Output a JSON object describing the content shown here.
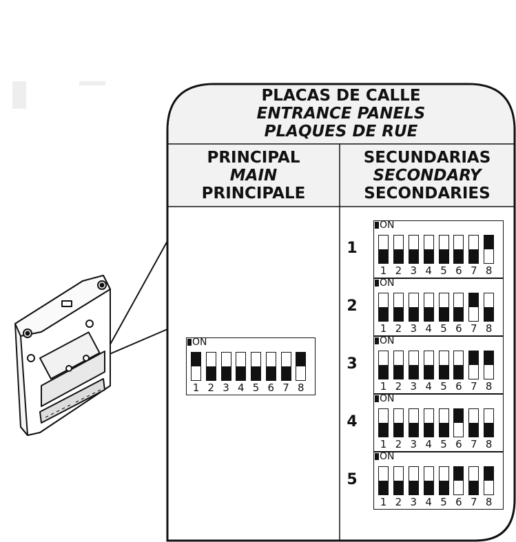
{
  "header": {
    "title_es": "PLACAS DE CALLE",
    "title_en": "ENTRANCE PANELS",
    "title_fr": "PLAQUES DE RUE"
  },
  "columns": {
    "main": {
      "es": "PRINCIPAL",
      "en": "MAIN",
      "fr": "PRINCIPALE"
    },
    "secondary": {
      "es": "SECUNDARIAS",
      "en": "SECONDARY",
      "fr": "SECONDARIES"
    }
  },
  "on_label": "ON",
  "switch_numbers": [
    "1",
    "2",
    "3",
    "4",
    "5",
    "6",
    "7",
    "8"
  ],
  "main_switch": {
    "positions": [
      "on",
      "off",
      "off",
      "off",
      "off",
      "off",
      "off",
      "on"
    ]
  },
  "secondary_switches": [
    {
      "label": "1",
      "positions": [
        "off",
        "off",
        "off",
        "off",
        "off",
        "off",
        "off",
        "on"
      ]
    },
    {
      "label": "2",
      "positions": [
        "off",
        "off",
        "off",
        "off",
        "off",
        "off",
        "on",
        "off"
      ]
    },
    {
      "label": "3",
      "positions": [
        "off",
        "off",
        "off",
        "off",
        "off",
        "off",
        "on",
        "on"
      ]
    },
    {
      "label": "4",
      "positions": [
        "off",
        "off",
        "off",
        "off",
        "off",
        "on",
        "off",
        "off"
      ]
    },
    {
      "label": "5",
      "positions": [
        "off",
        "off",
        "off",
        "off",
        "off",
        "on",
        "off",
        "on"
      ]
    }
  ],
  "colors": {
    "ink": "#111111",
    "header_bg": "#f2f2f2",
    "background": "#ffffff"
  }
}
